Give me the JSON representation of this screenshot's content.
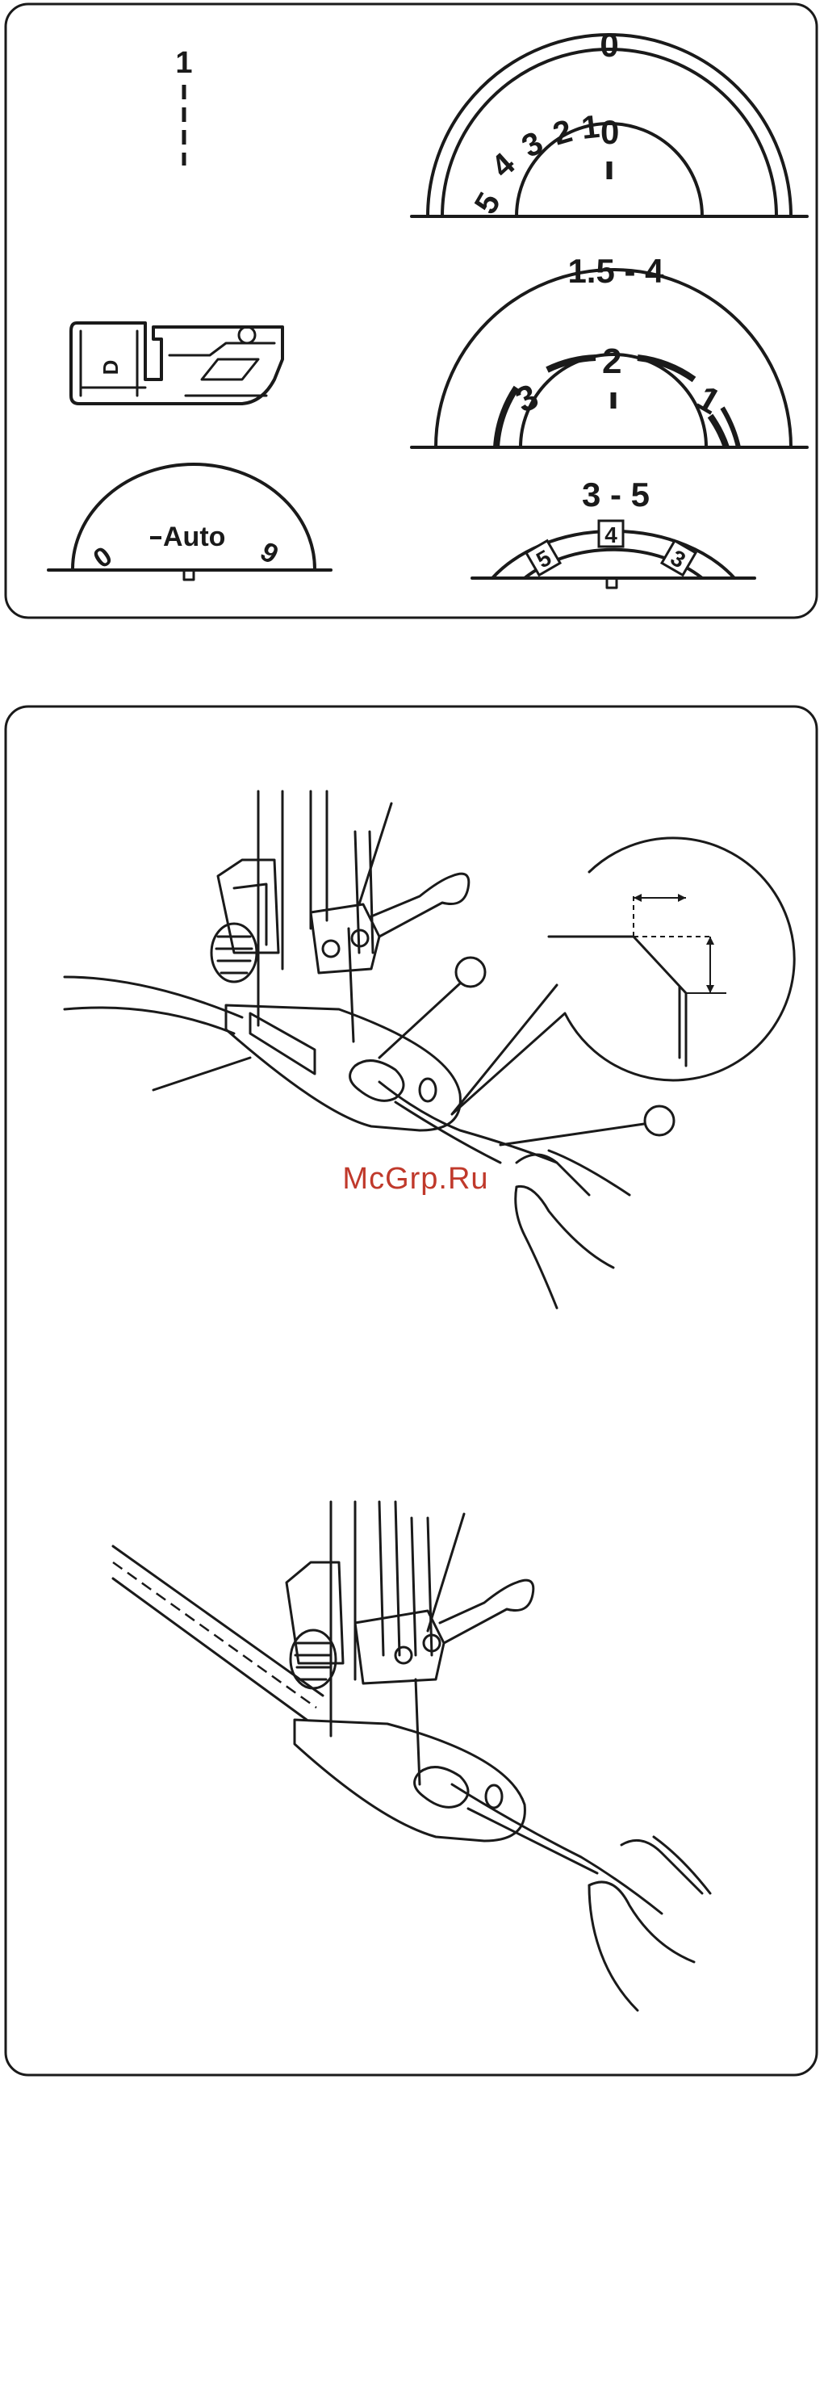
{
  "panel1": {
    "stitch_width": "1",
    "dial_top": {
      "label": "0",
      "numbers": [
        "5",
        "4",
        "3",
        "2",
        "1",
        "0"
      ]
    },
    "dial_middle": {
      "label": "1.5 - 4",
      "numbers": [
        "3",
        "2",
        "1"
      ]
    },
    "dial_bottom": {
      "label": "3 - 5",
      "numbers": [
        "5",
        "4",
        "3"
      ]
    },
    "dial_left": {
      "center": "Auto",
      "left": "0",
      "right": "9"
    },
    "foot_letter": "D"
  },
  "watermark": "McGrp.Ru",
  "colors": {
    "ink": "#1a1a1a",
    "watermark": "#c0392b"
  }
}
